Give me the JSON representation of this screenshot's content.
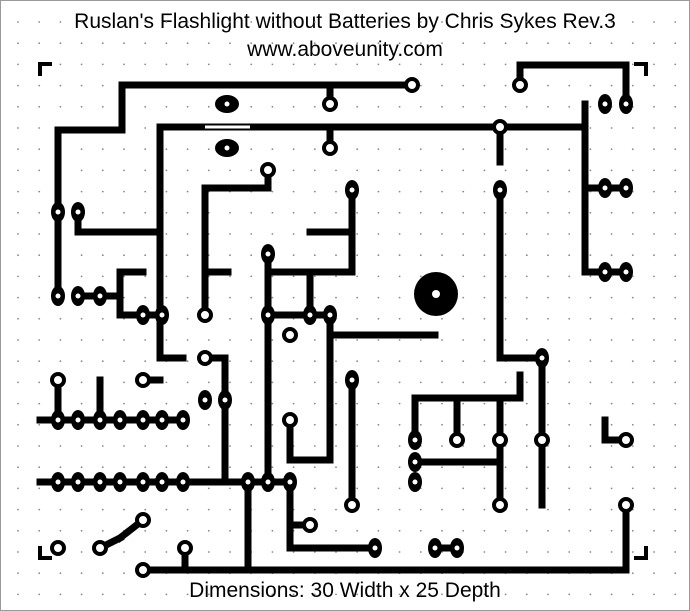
{
  "header": {
    "title": "Ruslan's Flashlight without Batteries by Chris Sykes Rev.3",
    "subtitle": "www.aboveunity.com"
  },
  "footer": {
    "dimensions": "Dimensions: 30 Width x 25 Depth"
  },
  "colors": {
    "trace": "#000000",
    "background": "#ffffff",
    "grid_dot": "#8a8a8a",
    "grid_cross": "#d06a6a",
    "frame": "#9a9a9a"
  }
}
